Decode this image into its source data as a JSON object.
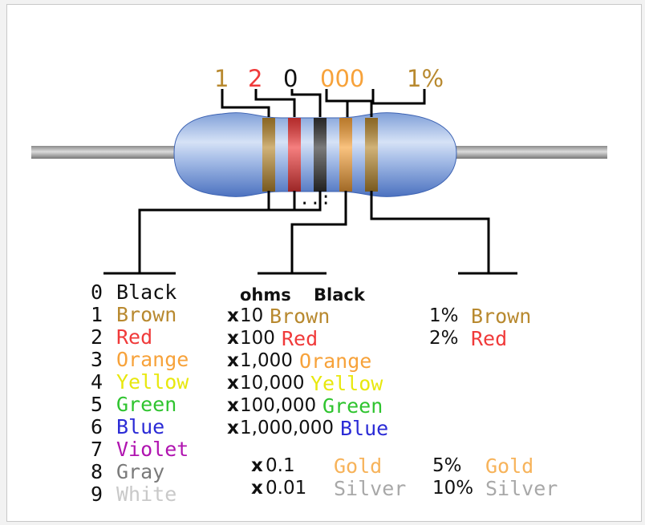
{
  "colors": {
    "black": "#111111",
    "brown": "#b8892f",
    "red": "#f03a3a",
    "orange": "#f7a23a",
    "yellow": "#e8e80e",
    "green": "#2fc42f",
    "blue": "#2b2bd6",
    "violet": "#b014b0",
    "gray": "#7a7a7a",
    "white": "#c9c9c9",
    "gold": "#f7b35a",
    "silver": "#a8a8a8"
  },
  "header": {
    "d1": "1",
    "d2": "2",
    "d3": "0",
    "zeros": "000",
    "tolerance": "1%"
  },
  "body_dots": "..:",
  "digits": [
    {
      "num": "0",
      "name": "Black"
    },
    {
      "num": "1",
      "name": "Brown"
    },
    {
      "num": "2",
      "name": "Red"
    },
    {
      "num": "3",
      "name": "Orange"
    },
    {
      "num": "4",
      "name": "Yellow"
    },
    {
      "num": "5",
      "name": "Green"
    },
    {
      "num": "6",
      "name": "Blue"
    },
    {
      "num": "7",
      "name": "Violet"
    },
    {
      "num": "8",
      "name": "Gray"
    },
    {
      "num": "9",
      "name": "White"
    }
  ],
  "multiplier": {
    "heading_ohms": "ohms",
    "heading_name": "Black",
    "rows": [
      {
        "x": "x",
        "val": "10",
        "name": "Brown"
      },
      {
        "x": "x",
        "val": "100",
        "name": "Red"
      },
      {
        "x": "x",
        "val": "1,000",
        "name": "Orange"
      },
      {
        "x": "x",
        "val": "10,000",
        "name": "Yellow"
      },
      {
        "x": "x",
        "val": "100,000",
        "name": "Green"
      },
      {
        "x": "x",
        "val": "1,000,000",
        "name": "Blue"
      }
    ],
    "fraction_rows": [
      {
        "x": "x",
        "val": "0.1",
        "name": "Gold"
      },
      {
        "x": "x",
        "val": "0.01",
        "name": "Silver"
      }
    ]
  },
  "tolerance": {
    "rows": [
      {
        "pct": "1%",
        "name": "Brown"
      },
      {
        "pct": "2%",
        "name": "Red"
      }
    ],
    "fraction_rows": [
      {
        "pct": "5%",
        "name": "Gold"
      },
      {
        "pct": "10%",
        "name": "Silver"
      }
    ]
  }
}
